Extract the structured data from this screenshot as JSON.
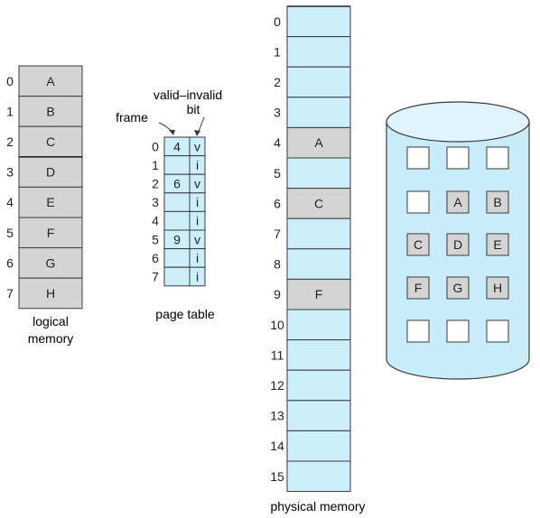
{
  "colors": {
    "grey_cell": "#d4d4d4",
    "blue_cell": "#cdeefb",
    "disk_fill": "#c9ecfa",
    "stroke": "#3a3a3a",
    "text": "#222222"
  },
  "logical_memory": {
    "indices": [
      "0",
      "1",
      "2",
      "3",
      "4",
      "5",
      "6",
      "7"
    ],
    "pages": [
      "A",
      "B",
      "C",
      "D",
      "E",
      "F",
      "G",
      "H"
    ],
    "caption_line1": "logical",
    "caption_line2": "memory"
  },
  "page_table": {
    "label_frame": "frame",
    "label_valid_invalid": "valid–invalid",
    "label_bit": "bit",
    "rows": [
      {
        "index": "0",
        "frame": "4",
        "bit": "v"
      },
      {
        "index": "1",
        "frame": "",
        "bit": "i"
      },
      {
        "index": "2",
        "frame": "6",
        "bit": "v"
      },
      {
        "index": "3",
        "frame": "",
        "bit": "i"
      },
      {
        "index": "4",
        "frame": "",
        "bit": "i"
      },
      {
        "index": "5",
        "frame": "9",
        "bit": "v"
      },
      {
        "index": "6",
        "frame": "",
        "bit": "i"
      },
      {
        "index": "7",
        "frame": "",
        "bit": "i"
      }
    ],
    "caption": "page table"
  },
  "physical_memory": {
    "frames": [
      {
        "index": "0",
        "content": ""
      },
      {
        "index": "1",
        "content": ""
      },
      {
        "index": "2",
        "content": ""
      },
      {
        "index": "3",
        "content": ""
      },
      {
        "index": "4",
        "content": "A"
      },
      {
        "index": "5",
        "content": ""
      },
      {
        "index": "6",
        "content": "C"
      },
      {
        "index": "7",
        "content": ""
      },
      {
        "index": "8",
        "content": ""
      },
      {
        "index": "9",
        "content": "F"
      },
      {
        "index": "10",
        "content": ""
      },
      {
        "index": "11",
        "content": ""
      },
      {
        "index": "12",
        "content": ""
      },
      {
        "index": "13",
        "content": ""
      },
      {
        "index": "14",
        "content": ""
      },
      {
        "index": "15",
        "content": ""
      }
    ],
    "caption": "physical memory"
  },
  "disk": {
    "grid": [
      [
        "",
        "",
        ""
      ],
      [
        "",
        "A",
        "B"
      ],
      [
        "C",
        "D",
        "E"
      ],
      [
        "F",
        "G",
        "H"
      ],
      [
        "",
        "",
        ""
      ]
    ]
  }
}
